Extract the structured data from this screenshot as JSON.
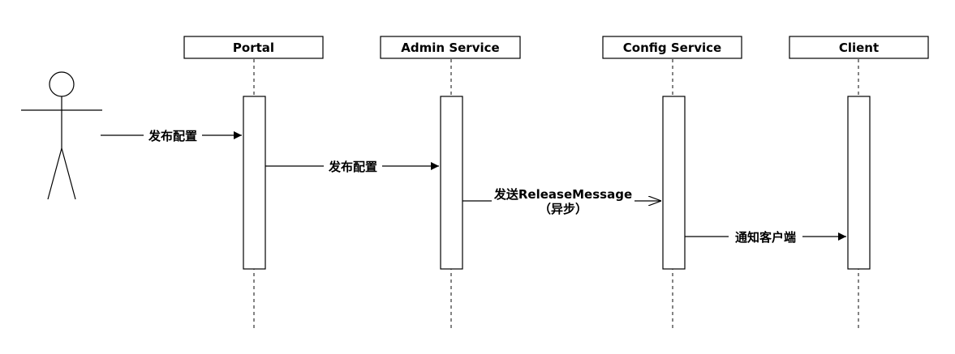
{
  "participants": [
    {
      "id": "portal",
      "label": "Portal"
    },
    {
      "id": "admin",
      "label": "Admin Service"
    },
    {
      "id": "config",
      "label": "Config Service"
    },
    {
      "id": "client",
      "label": "Client"
    }
  ],
  "messages": [
    {
      "id": "m1",
      "label": "发布配置",
      "label2": ""
    },
    {
      "id": "m2",
      "label": "发布配置",
      "label2": ""
    },
    {
      "id": "m3",
      "label": "发送ReleaseMessage",
      "label2": "（异步）"
    },
    {
      "id": "m4",
      "label": "通知客户端",
      "label2": ""
    }
  ]
}
